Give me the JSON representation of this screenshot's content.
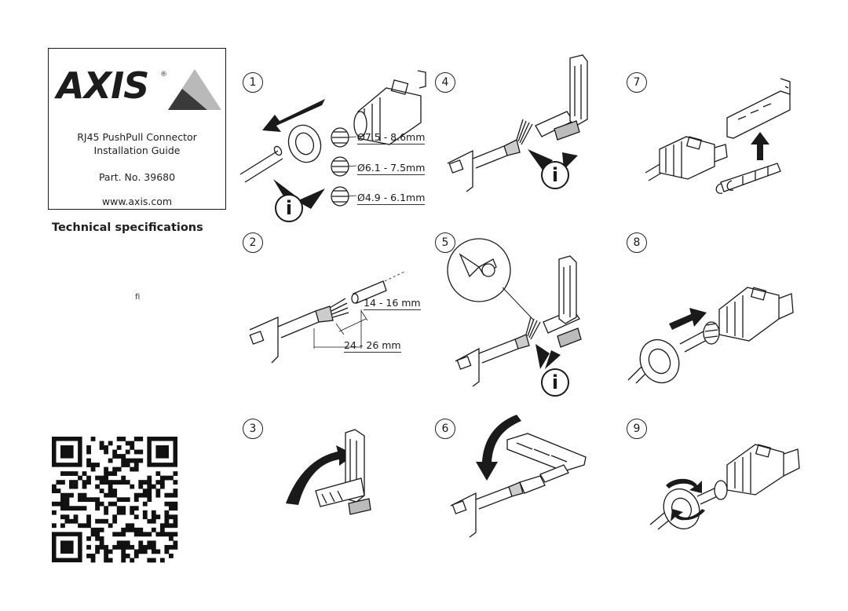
{
  "cover": {
    "brand": "AXIS",
    "registered": "®",
    "product_line1": "RJ45 PushPull Connector",
    "product_line2": "Installation Guide",
    "part_number": "Part. No. 39680",
    "website": "www.axis.com"
  },
  "specs_title": "Technical specifications",
  "stray_glyph": "fi",
  "steps": [
    {
      "number": "1",
      "dims": [
        "Ø7.5 - 8.6mm",
        "Ø6.1 - 7.5mm",
        "Ø4.9 - 6.1mm"
      ]
    },
    {
      "number": "2",
      "dims": [
        "14 - 16 mm",
        "24 - 26 mm"
      ]
    },
    {
      "number": "3"
    },
    {
      "number": "4"
    },
    {
      "number": "5"
    },
    {
      "number": "6"
    },
    {
      "number": "7"
    },
    {
      "number": "8"
    },
    {
      "number": "9"
    }
  ],
  "info_glyph": "i",
  "icons": [
    "axis-logo-triangle",
    "qr-code-icon",
    "info-icon",
    "direction-arrow-icon"
  ]
}
